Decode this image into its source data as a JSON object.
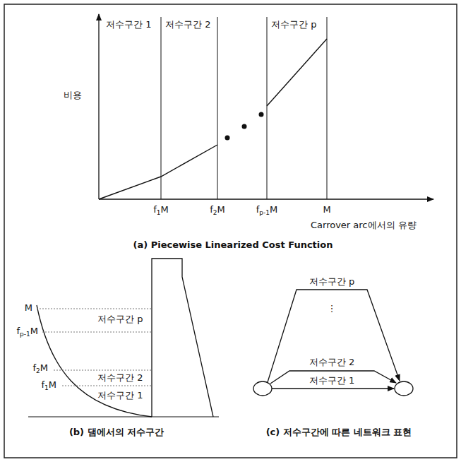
{
  "diagram": {
    "labels": [
      "저수구간 1",
      "저수구간 2",
      "저수구간 p",
      "비용",
      "f1M",
      "f2M",
      "fp-1M",
      "M",
      "Carrover arc에서의 유량",
      "(a) Piecewise Linearized Cost Function",
      "M",
      "fp-1M",
      "f2M",
      "f1M",
      "저수구간 p",
      "저수구간 2",
      "저수구간 1",
      "저수구간 p",
      "⋮",
      "저수구간 2",
      "저수구간 1",
      "(b) 댐에서의 저수구간",
      "(c) 저수구간에 따른 네트워크 표현"
    ]
  }
}
